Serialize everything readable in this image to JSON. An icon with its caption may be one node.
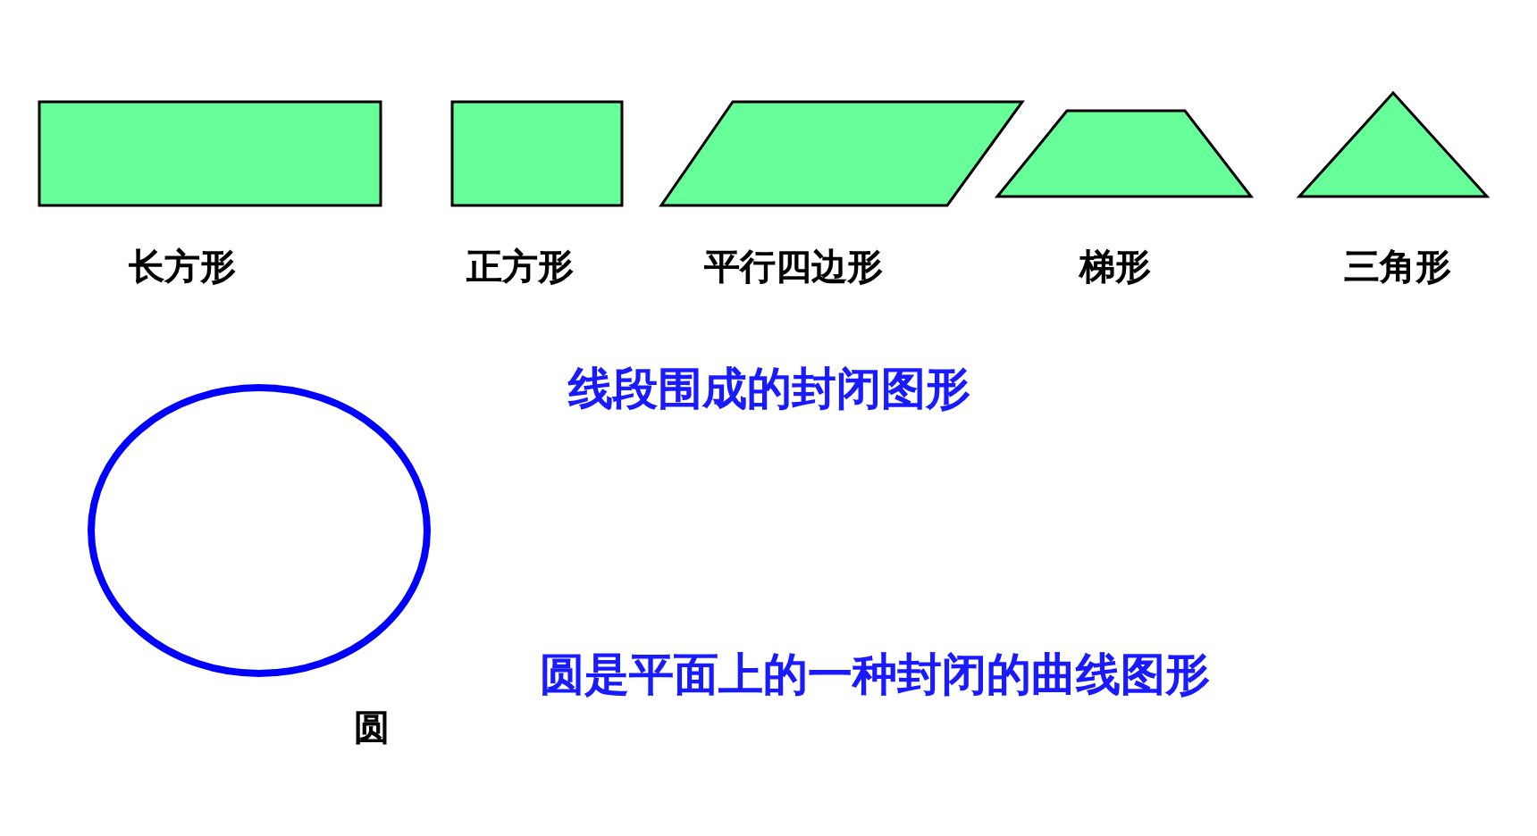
{
  "diagram": {
    "nodes": [
      {
        "text": [
          "长方形"
        ]
      },
      {
        "text": [
          "正方形"
        ]
      },
      {
        "text": [
          "平行四边形"
        ]
      },
      {
        "text": [
          "梯形"
        ]
      },
      {
        "text": [
          "三角形"
        ]
      },
      {
        "text": [
          "圆"
        ]
      }
    ],
    "edges": [],
    "labels": [
      "线段围成的封闭图形",
      "圆是平面上的一种封闭的曲线图形"
    ]
  }
}
